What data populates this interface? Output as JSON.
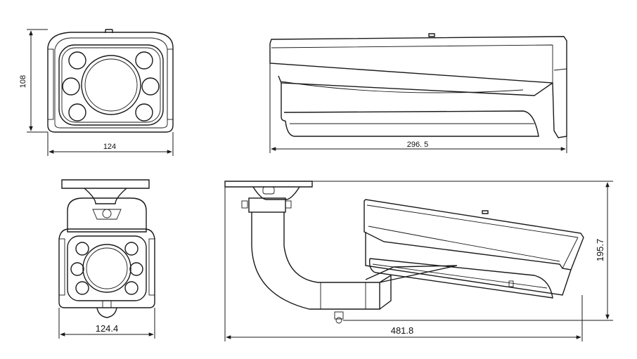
{
  "colors": {
    "line": "#1a1a1a",
    "background": "#ffffff"
  },
  "views": {
    "front": {
      "height_label": "108",
      "width_label": "124"
    },
    "side": {
      "length_label": "296. 5"
    },
    "front_mounted": {
      "width_label": "124.4"
    },
    "side_mounted": {
      "length_label": "481.8",
      "height_label": "195.7"
    }
  }
}
